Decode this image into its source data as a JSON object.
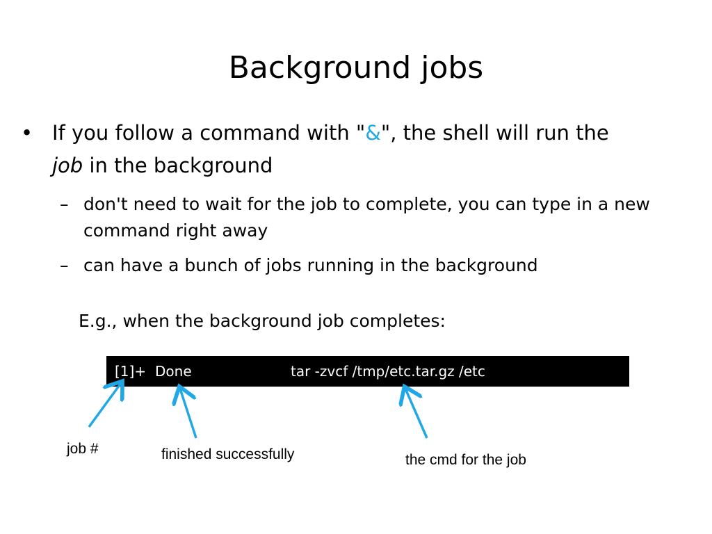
{
  "slide": {
    "title": "Background jobs",
    "bullet": {
      "text_before": "If you follow a command with \"",
      "amp": "&",
      "text_after": "\", the shell will run the",
      "italic_word": "job",
      "text_end": " in the background"
    },
    "sub_bullets": [
      "don't need to wait for the job to complete, you can type in a new command right away",
      "can have a bunch of jobs running in the background"
    ],
    "example_label": "E.g., when the background job completes:",
    "terminal": {
      "job_number": "[1]+",
      "status": "Done",
      "command": "tar -zvcf /tmp/etc.tar.gz /etc"
    },
    "annotations": {
      "job_number": "job #",
      "status": "finished successfully",
      "command": "the cmd for the job"
    },
    "colors": {
      "accent": "#1fa7e6",
      "terminal_bg": "#000000",
      "terminal_fg": "#ffffff"
    }
  }
}
